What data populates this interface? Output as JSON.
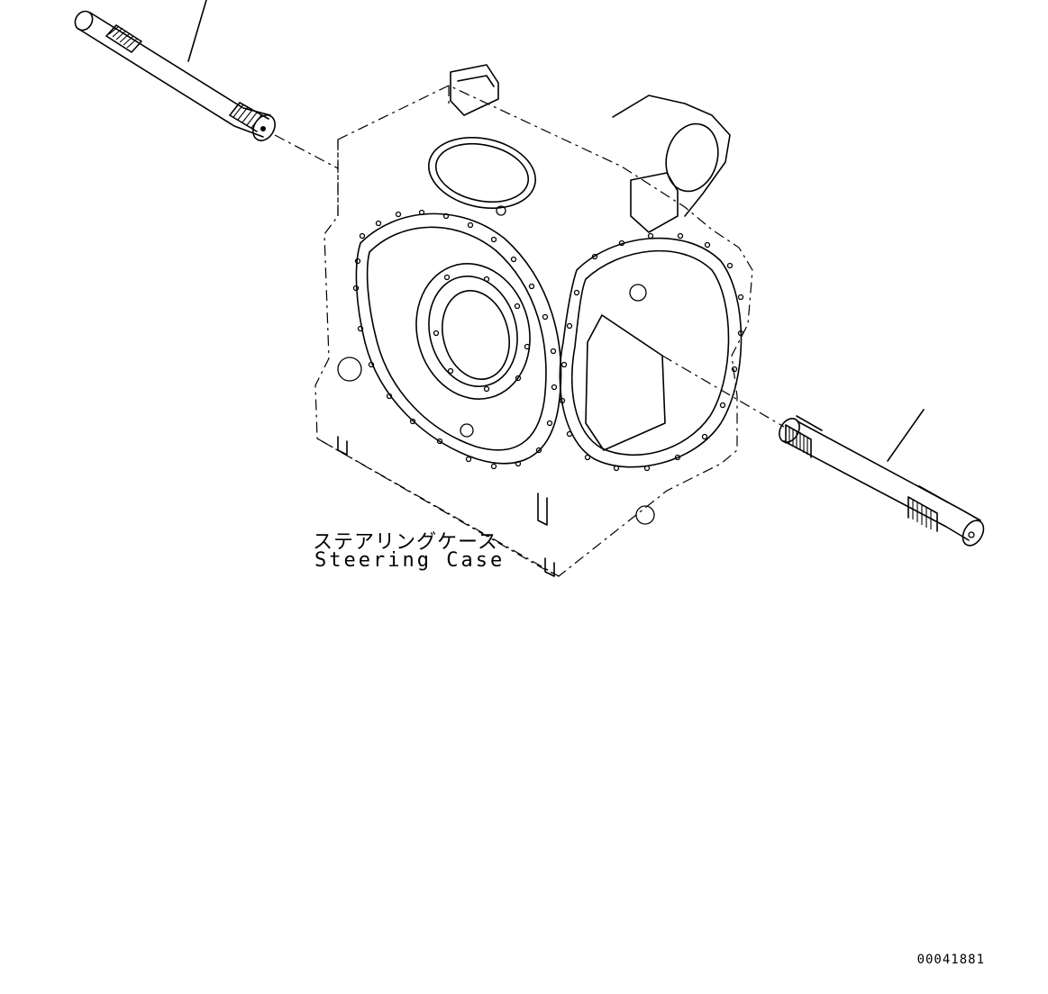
{
  "labels": {
    "part_name_jp": "ステアリングケース",
    "part_name_en": "Steering Case"
  },
  "drawing_number": "00041881"
}
